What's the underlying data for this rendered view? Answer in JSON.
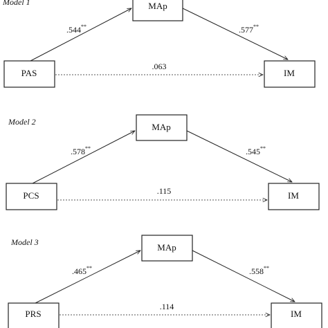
{
  "models": [
    {
      "label": "Model 1",
      "predictor": "PAS",
      "mediator": "MAp",
      "outcome": "IM",
      "a_coef": ".544",
      "a_sig": "**",
      "b_coef": ".577",
      "b_sig": "**",
      "c_coef": ".063"
    },
    {
      "label": "Model 2",
      "predictor": "PCS",
      "mediator": "MAp",
      "outcome": "IM",
      "a_coef": ".578",
      "a_sig": "**",
      "b_coef": ".545",
      "b_sig": "**",
      "c_coef": ".115"
    },
    {
      "label": "Model 3",
      "predictor": "PRS",
      "mediator": "MAp",
      "outcome": "IM",
      "a_coef": ".465",
      "a_sig": "**",
      "b_coef": ".558",
      "b_sig": "**",
      "c_coef": ".114"
    }
  ]
}
